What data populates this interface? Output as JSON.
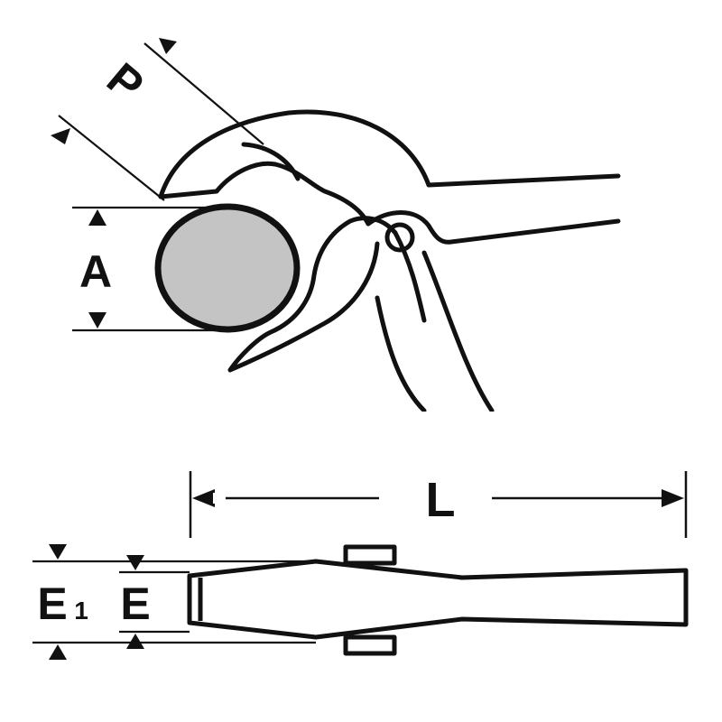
{
  "labels": {
    "p": "P",
    "a": "A",
    "l": "L",
    "e1": "E",
    "e1_sub": "1",
    "e": "E"
  },
  "colors": {
    "ink": "#111111",
    "workpiece_fill": "#c4c4c4",
    "background": "#ffffff"
  }
}
